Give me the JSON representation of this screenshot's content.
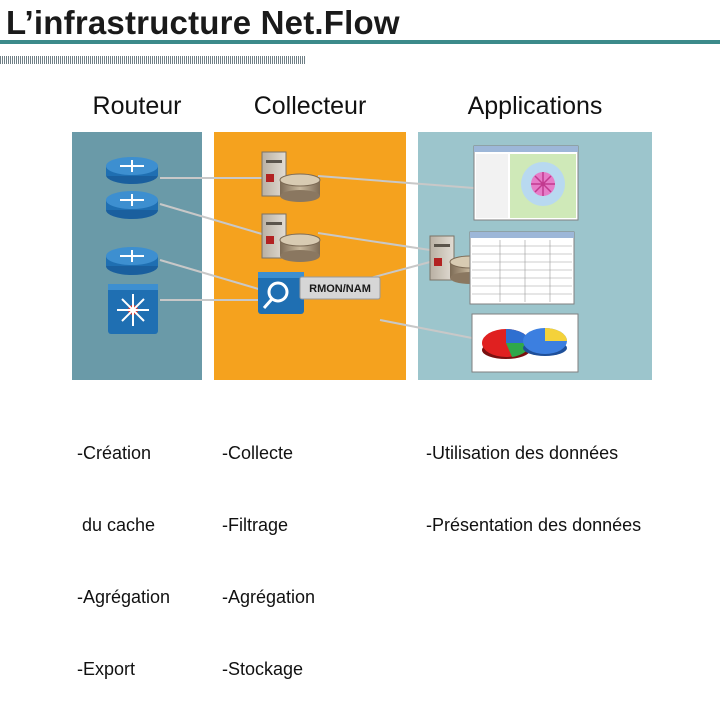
{
  "title": "L’infrastructure Net.Flow",
  "columns": {
    "router": {
      "heading": "Routeur",
      "bullets": [
        "-Création",
        " du cache",
        "-Agrégation",
        "-Export"
      ]
    },
    "collector": {
      "heading": "Collecteur",
      "bullets": [
        "-Collecte",
        "-Filtrage",
        "-Agrégation",
        "-Stockage"
      ],
      "badge": "RMON/NAM"
    },
    "applications": {
      "heading": "Applications",
      "bullets": [
        "-Utilisation des données",
        "-Présentation des données"
      ]
    }
  },
  "colors": {
    "router_panel": "#6a9aa8",
    "collector_panel": "#f5a21e",
    "apps_panel": "#9cc5cc",
    "device_blue": "#1f6fb2",
    "title_rule": "#3c8a8a"
  },
  "icons": [
    "router-icon",
    "switch-icon",
    "server-icon",
    "database-icon",
    "rmon-probe-icon",
    "network-map-screen-icon",
    "spreadsheet-screen-icon",
    "pie-chart-screen-icon"
  ]
}
